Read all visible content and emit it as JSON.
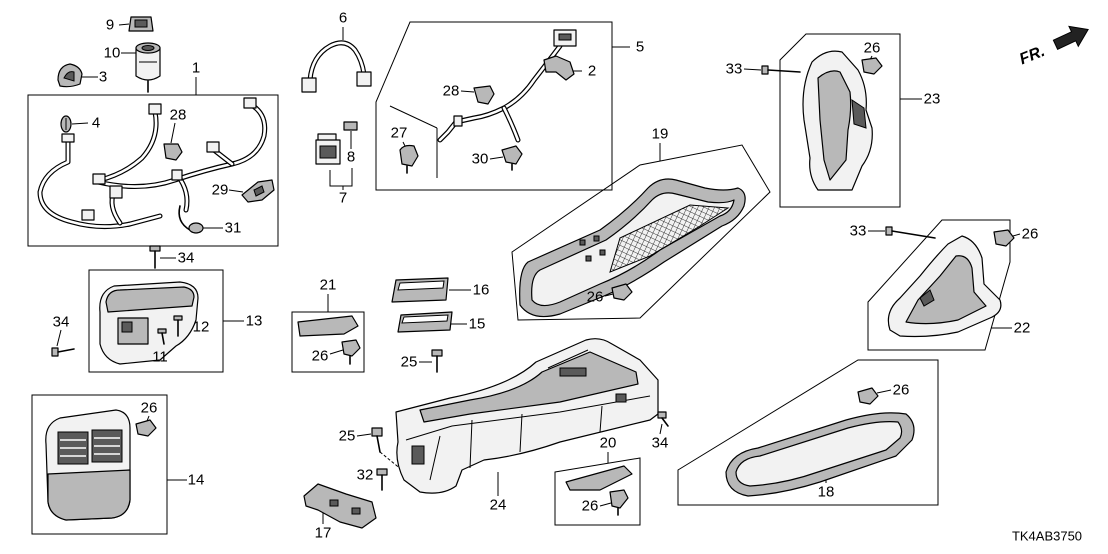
{
  "diagram": {
    "direction_label": "FR.",
    "drawing_code": "TK4AB3750"
  },
  "callouts": [
    "9",
    "10",
    "3",
    "1",
    "4",
    "28",
    "29",
    "31",
    "6",
    "8",
    "7",
    "5",
    "2",
    "28",
    "27",
    "30",
    "19",
    "26",
    "33",
    "23",
    "33",
    "26",
    "22",
    "34",
    "34",
    "12",
    "13",
    "11",
    "21",
    "26",
    "16",
    "15",
    "26",
    "25",
    "25",
    "26",
    "14",
    "32",
    "17",
    "24",
    "34",
    "20",
    "26",
    "26",
    "18"
  ],
  "icons": {
    "direction": "front-direction-arrow-icon"
  },
  "colors": {
    "line": "#000000",
    "part_fill": "#f2f2f2",
    "part_mid": "#b8b8b8",
    "part_dark": "#5a5a5a",
    "arrow": "#222222",
    "background": "#ffffff"
  }
}
